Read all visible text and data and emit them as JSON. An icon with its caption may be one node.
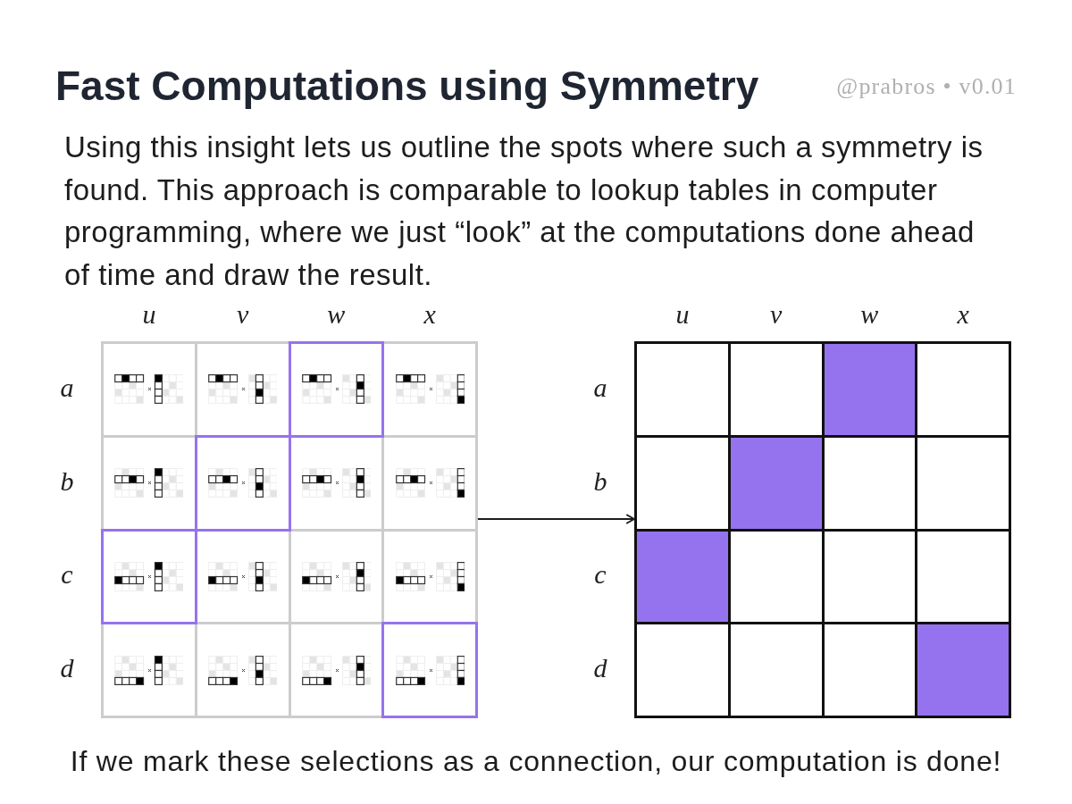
{
  "diagram": {
    "title": "Fast Computations using Symmetry",
    "caption": "If we mark these selections as a connection, our computation is done!",
    "nodes": [
      {
        "text": [],
        "shape": "grid",
        "beside": [
          "u",
          "v",
          "w",
          "x",
          "a",
          "b",
          "c",
          "d"
        ]
      },
      {
        "text": [],
        "shape": "grid",
        "beside": [
          "u",
          "v",
          "w",
          "x",
          "a",
          "b",
          "c",
          "d"
        ]
      }
    ],
    "edges": [
      {
        "from": 0,
        "to": 1,
        "arrow": "to"
      }
    ],
    "labels": [
      "@prabros • v0.01",
      "Using this insight lets us outline the spots where such a symmetry is found. This approach is comparable to lookup tables in computer programming, where we just “look” at the computations done ahead of time and draw the result."
    ]
  }
}
